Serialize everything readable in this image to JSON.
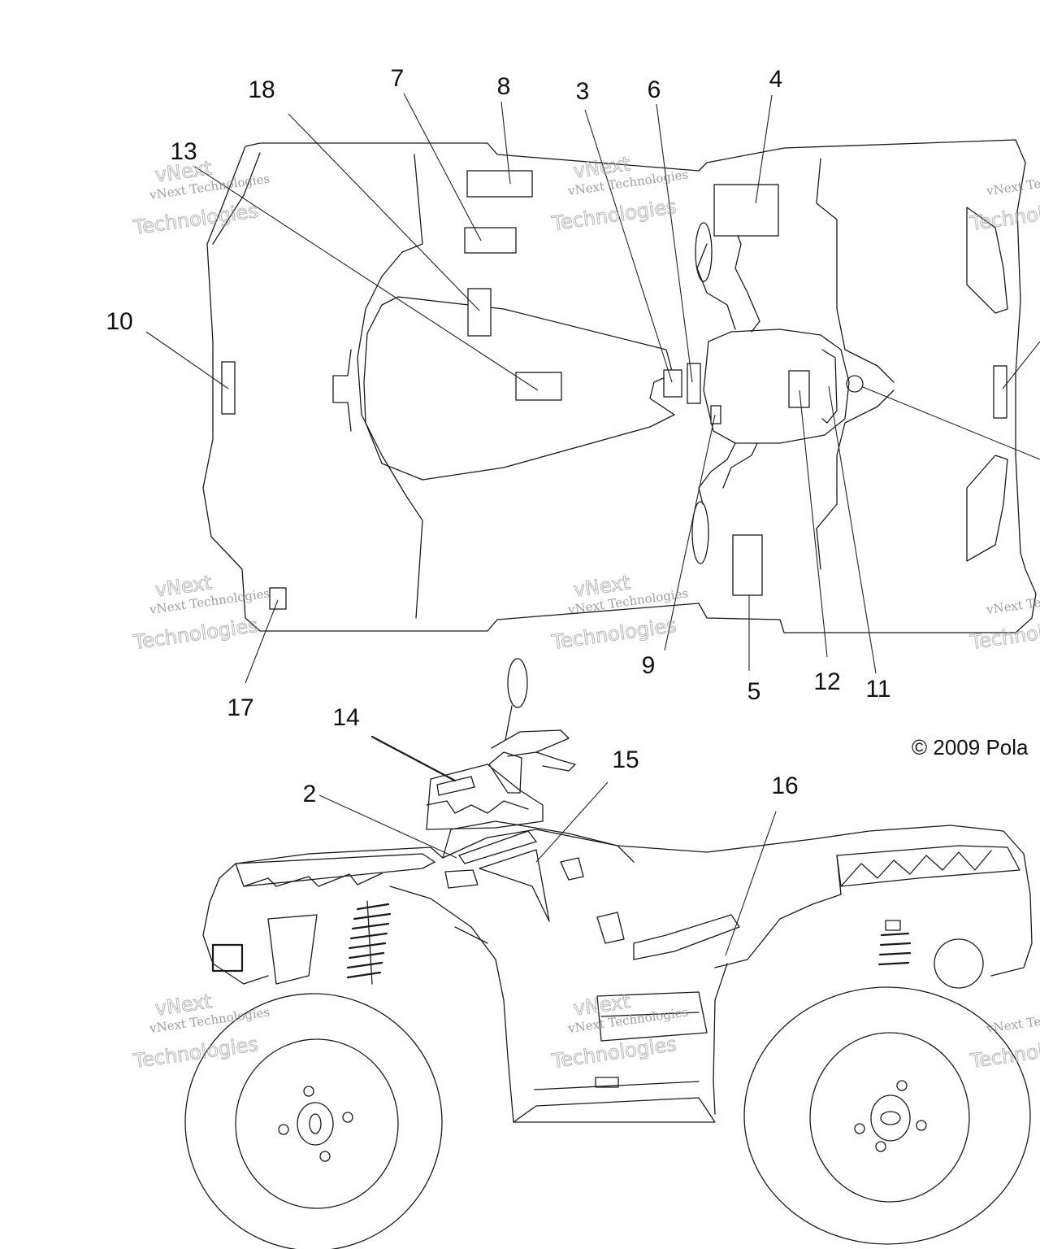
{
  "callouts": {
    "c2": "2",
    "c3": "3",
    "c4": "4",
    "c5": "5",
    "c6": "6",
    "c7": "7",
    "c8": "8",
    "c9": "9",
    "c10": "10",
    "c11": "11",
    "c12": "12",
    "c13": "13",
    "c14": "14",
    "c15": "15",
    "c16": "16",
    "c17": "17",
    "c18": "18"
  },
  "copyright": "© 2009 Pola",
  "watermark": {
    "line1": "vNext Technologies",
    "line2": "Technologies",
    "overlay": "vNext"
  },
  "colors": {
    "line": "#1a1a1a",
    "background": "#ffffff",
    "watermark": "#8f8f8f"
  }
}
